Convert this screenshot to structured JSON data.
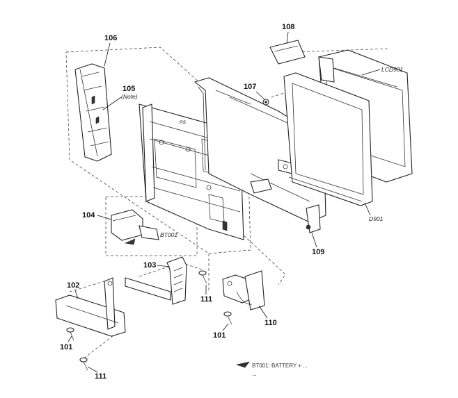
{
  "labels": {
    "p106": "106",
    "p105": "105",
    "p105_note": "(Note)",
    "p108": "108",
    "p107": "107",
    "lcd901": "LCD901",
    "d901": "D901",
    "ns": "ns",
    "p104": "104",
    "bt001": "BT001",
    "p109": "109",
    "p103": "103",
    "p102": "102",
    "p111_a": "111",
    "p110": "110",
    "p101_a": "101",
    "p101_b": "101",
    "p111_b": "111"
  },
  "note": {
    "line1": "BT001: BATTERY + ...",
    "line2": "..."
  }
}
